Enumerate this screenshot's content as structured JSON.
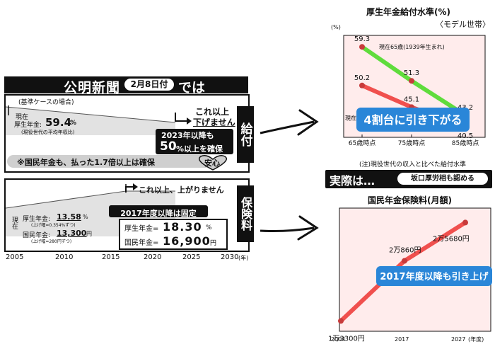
{
  "left": {
    "header_title": "公明新聞",
    "header_date": "2月8日付",
    "header_suffix": "では",
    "top_panel": {
      "case_label": "(基準ケースの場合)",
      "current_label": "現在",
      "kosei_label": "厚生年金:",
      "kosei_value": "59.4",
      "kosei_unit": "%",
      "kosei_note": "(現役世代の平均年収比)",
      "promise_line1": "これ以上",
      "promise_line2": "下げません",
      "guarantee_line1": "2023年以降も",
      "guarantee_value": "50",
      "guarantee_line2": "%以上を確保",
      "side_label": "給付",
      "note_text": "※国民年金も、払った1.7倍以上は確保",
      "anshin": "安心"
    },
    "bottom_panel": {
      "raise_text": "これ以上、上がりません",
      "current_label": "現在",
      "kosei_label": "厚生年金:",
      "kosei_value": "13.58",
      "kosei_unit": "%",
      "kosei_note": "(上げ幅=0.354%ずつ)",
      "kokumin_label": "国民年金:",
      "kokumin_value": "13,300",
      "kokumin_unit": "円",
      "kokumin_note": "(上げ幅=280円ずつ)",
      "fixed_text": "2017年度以降は固定",
      "fixed_kosei_label": "厚生年金=",
      "fixed_kosei_value": "18.30",
      "fixed_kosei_unit": "%",
      "fixed_kokumin_label": "国民年金=",
      "fixed_kokumin_value": "16,900",
      "fixed_kokumin_unit": "円",
      "side_label": "保険料",
      "axis_years": [
        "2005",
        "2010",
        "2015",
        "2020",
        "2025",
        "2030"
      ],
      "axis_unit": "(年)"
    }
  },
  "chart1": {
    "title": "厚生年金給付水準(%)",
    "subtitle": "〈モデル世帯〉",
    "y_unit": "(%)",
    "footnote": "(注)現役世代の収入と比べた給付水準",
    "caption": "4割台に引き下がる",
    "chart_data": {
      "type": "line",
      "categories": [
        "65歳時点",
        "75歳時点",
        "85歳時点"
      ],
      "series": [
        {
          "name": "現在65歳(1939年生まれ)",
          "values": [
            59.3,
            51.3,
            43.2
          ],
          "color": "#5fdc3c"
        },
        {
          "name": "現在45歳(1959年生まれ)",
          "values": [
            50.2,
            45.1,
            40.5
          ],
          "color": "#f0504e"
        }
      ],
      "data_labels": [
        [
          "59.3",
          "51.3",
          "43.2"
        ],
        [
          "50.2",
          "45.1",
          "40.5"
        ]
      ],
      "ylim": [
        38,
        62
      ]
    }
  },
  "middle": {
    "jissai": "実際は…",
    "sakaguchi": "坂口厚労相も認める"
  },
  "chart2": {
    "title": "国民年金保険料(月額)",
    "caption": "2017年度以降も引き上げ",
    "x_unit": "(年度)",
    "chart_data": {
      "type": "line",
      "x": [
        "2004",
        "2017",
        "2027"
      ],
      "series": [
        {
          "values": [
            13300,
            20860,
            25680
          ],
          "color": "#f0504e"
        }
      ],
      "data_labels": [
        "1万3300円",
        "2万860円",
        "2万5680円"
      ],
      "ylim": [
        12000,
        27500
      ]
    }
  },
  "colors": {
    "accent_pink": "#ec6b6b",
    "caption_blue": "#2a86d8",
    "green": "#5fdc3c",
    "black": "#111111"
  }
}
